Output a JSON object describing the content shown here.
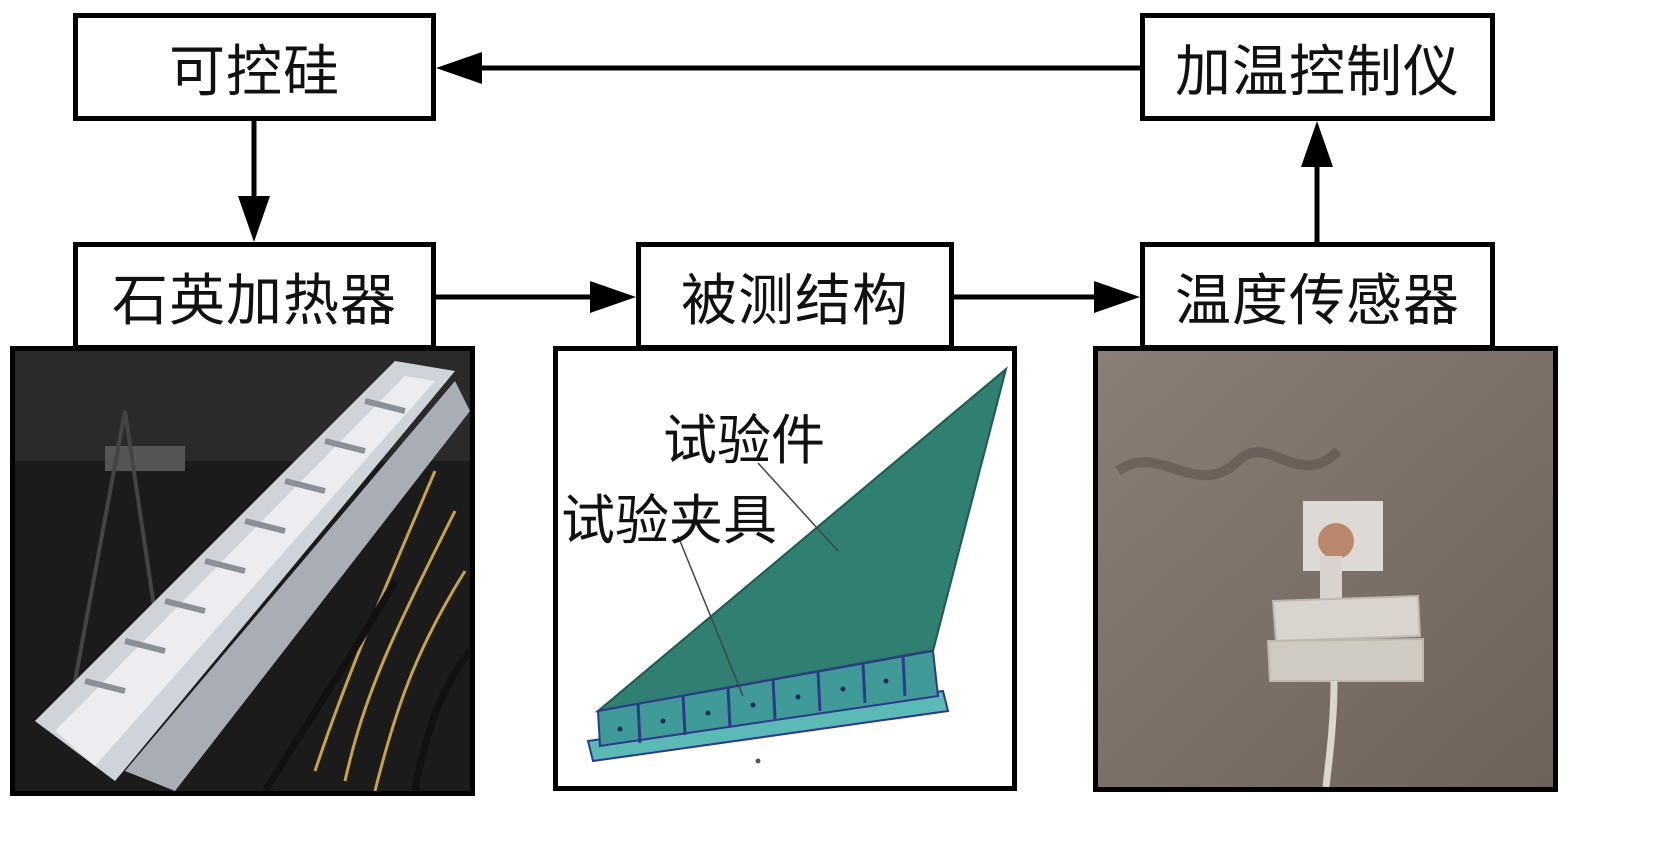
{
  "nodes": {
    "scr": "可控硅",
    "heater": "石英加热器",
    "structure": "被测结构",
    "sensor": "温度传感器",
    "controller": "加温控制仪"
  },
  "labels": {
    "specimen": "试验件",
    "fixture": "试验夹具"
  },
  "colors": {
    "specimen_fill": "#2f7f72",
    "fixture_fill": "#5bb9b6",
    "fixture_stroke": "#2b3a8a",
    "heater_photo_bg": "#1b1b1b",
    "sensor_photo_bg": "#7d7168"
  }
}
